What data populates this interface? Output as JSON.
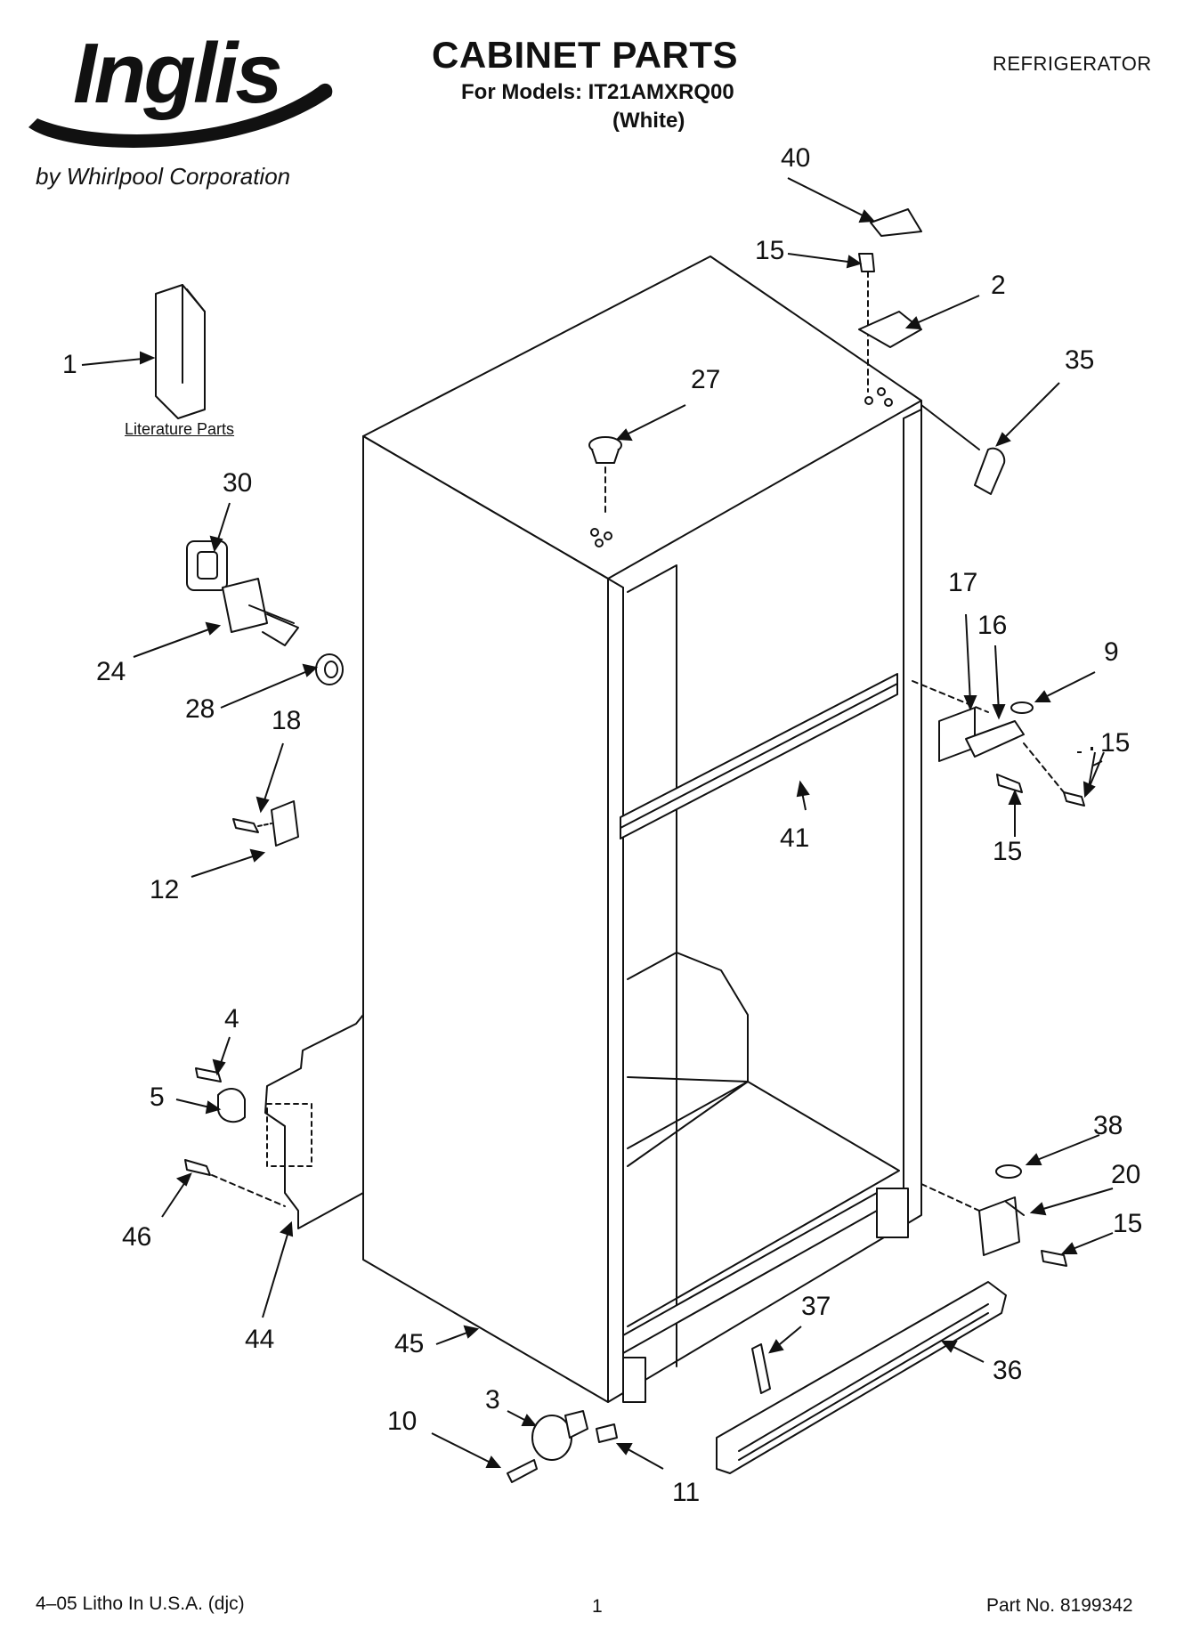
{
  "header": {
    "brand": "Inglis",
    "brand_sub": "by Whirlpool Corporation",
    "title": "CABINET PARTS",
    "models_line": "For Models: IT21AMXRQ00",
    "color_line": "(White)",
    "category": "REFRIGERATOR"
  },
  "literature_label": "Literature Parts",
  "callouts": {
    "c1": "1",
    "c2": "2",
    "c3": "3",
    "c4": "4",
    "c5": "5",
    "c9": "9",
    "c10": "10",
    "c11": "11",
    "c12": "12",
    "c15a": "15",
    "c15b": "15",
    "c15c": "15",
    "c15d": "15",
    "c16": "16",
    "c17": "17",
    "c18": "18",
    "c20": "20",
    "c24": "24",
    "c27": "27",
    "c28": "28",
    "c30": "30",
    "c35": "35",
    "c36": "36",
    "c37": "37",
    "c38": "38",
    "c40": "40",
    "c41": "41",
    "c44": "44",
    "c45": "45",
    "c46": "46"
  },
  "footer": {
    "litho": "4–05 Litho In U.S.A. (djc)",
    "page": "1",
    "part_no": "Part No. 8199342"
  }
}
